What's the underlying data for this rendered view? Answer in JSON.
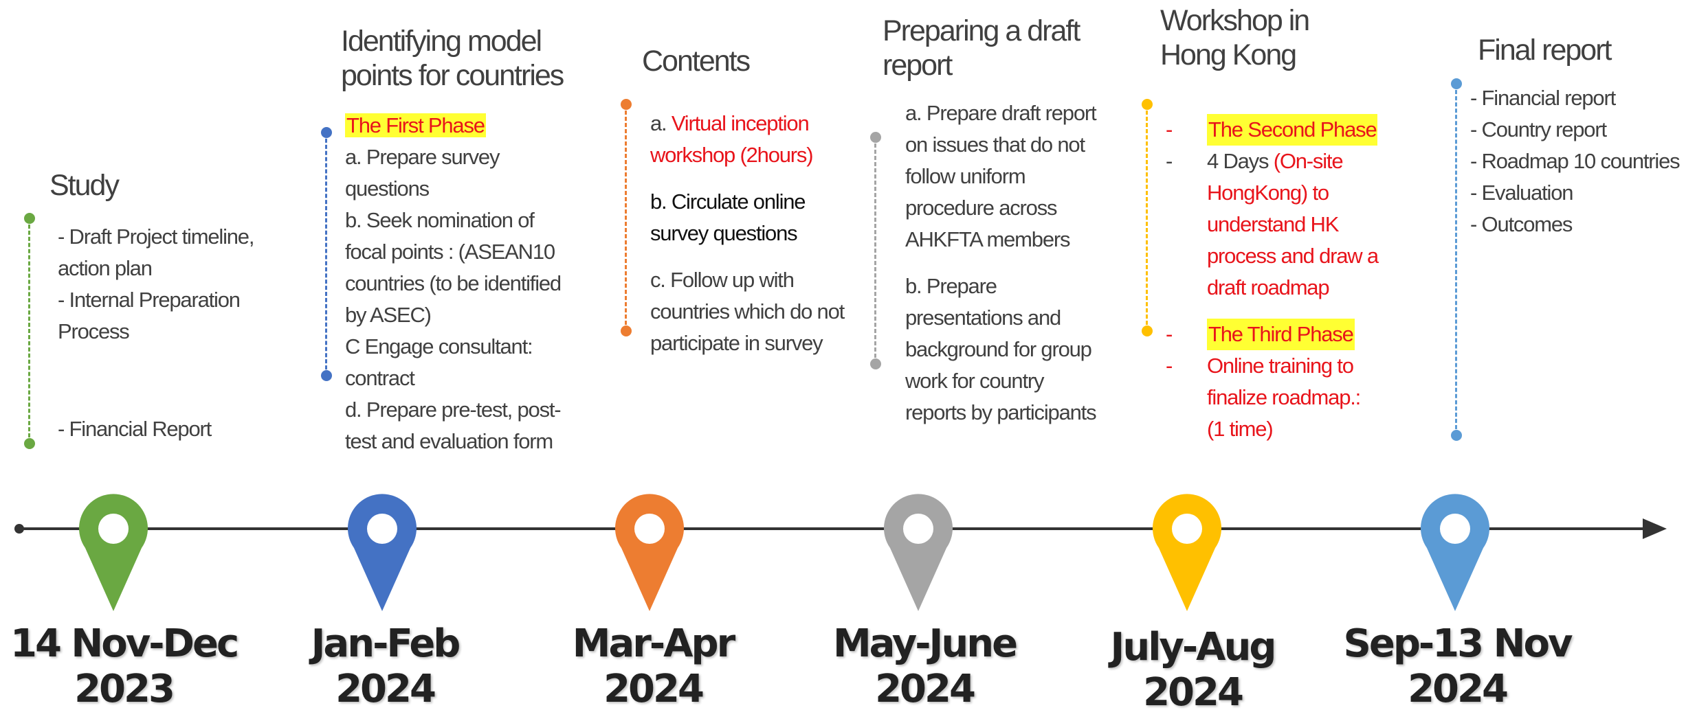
{
  "colors": {
    "green": "#6aa842",
    "blue": "#4472c4",
    "orange": "#ed7d31",
    "gray": "#a5a5a5",
    "yellow": "#ffc000",
    "lightblue": "#5b9bd5",
    "red_text": "#e8141b",
    "highlight": "#ffff33"
  },
  "phases": [
    {
      "title": [
        "Study"
      ],
      "lines": [
        "- Draft Project timeline,",
        "action plan",
        "- Internal Preparation",
        "Process",
        "",
        "-  Financial Report"
      ],
      "date": [
        "14 Nov-Dec",
        "2023"
      ],
      "color": "green"
    },
    {
      "title": [
        "Identifying model",
        "points for countries"
      ],
      "phase_label": "The First Phase",
      "lines": [
        "a. Prepare survey",
        "questions",
        "b. Seek nomination of",
        "focal points : (ASEAN10",
        "countries (to be identified",
        "by ASEC)",
        "C Engage consultant:",
        "contract",
        "d. Prepare pre-test, post-",
        "test and evaluation form"
      ],
      "date": [
        "Jan-Feb",
        "2024"
      ],
      "color": "blue"
    },
    {
      "title": [
        "Contents"
      ],
      "item_a_prefix": "a.",
      "item_a_red": [
        "Virtual inception",
        "workshop (2hours)"
      ],
      "item_b": [
        "b. Circulate online",
        "survey questions"
      ],
      "item_c": [
        "c. Follow up with",
        "countries which do not",
        "participate in survey"
      ],
      "date": [
        "Mar-Apr",
        "2024"
      ],
      "color": "orange"
    },
    {
      "title": [
        "Preparing a draft",
        "report"
      ],
      "item_a": [
        "a. Prepare draft report",
        "on issues that do not",
        "follow uniform",
        "procedure across",
        "AHKFTA members"
      ],
      "item_b": [
        "b. Prepare",
        "presentations and",
        "background for group",
        "work for country",
        "reports by participants"
      ],
      "date": [
        "May-June",
        "2024"
      ],
      "color": "gray"
    },
    {
      "title": [
        "Workshop in",
        "Hong Kong"
      ],
      "dash": "-",
      "second_phase_label": "The Second Phase",
      "days_prefix": "4 Days",
      "days_red_first": "(On-site",
      "days_red_rest": [
        "HongKong) to",
        "understand HK",
        "process and draw a",
        "draft roadmap"
      ],
      "third_phase_label": "The Third Phase",
      "third_lines": [
        "Online training to",
        "finalize roadmap.:",
        "(1 time)"
      ],
      "date": [
        "July-Aug",
        "2024"
      ],
      "color": "yellow"
    },
    {
      "title": [
        "Final report"
      ],
      "lines": [
        "- Financial report",
        "- Country report",
        "- Roadmap 10 countries",
        "- Evaluation",
        "- Outcomes"
      ],
      "date": [
        "Sep-13 Nov",
        "2024"
      ],
      "color": "lightblue"
    }
  ]
}
